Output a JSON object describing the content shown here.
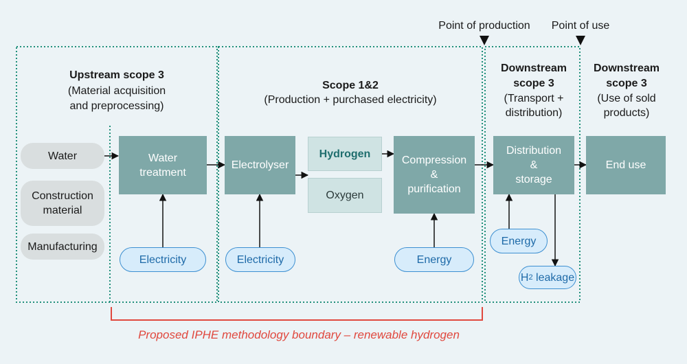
{
  "markers": {
    "production": "Point of production",
    "use": "Point of use"
  },
  "scopes": {
    "upstream": {
      "title": "Upstream scope 3",
      "l1": "(Material acquisition",
      "l2": "and preprocessing)"
    },
    "scope12": {
      "title": "Scope 1&2",
      "sub": "(Production + purchased electricity)"
    },
    "down1": {
      "t1": "Downstream",
      "t2": "scope 3",
      "l1": "(Transport +",
      "l2": "distribution)"
    },
    "down2": {
      "t1": "Downstream",
      "t2": "scope 3",
      "l1": "(Use of sold",
      "l2": "products)"
    }
  },
  "inputs": {
    "water": "Water",
    "construction_l1": "Construction",
    "construction_l2": "material",
    "manufacturing": "Manufacturing"
  },
  "process": {
    "water_treatment_l1": "Water",
    "water_treatment_l2": "treatment",
    "electrolyser": "Electrolyser",
    "hydrogen": "Hydrogen",
    "oxygen": "Oxygen",
    "compression_l1": "Compression",
    "compression_l2": "&",
    "compression_l3": "purification",
    "distribution_l1": "Distribution",
    "distribution_l2": "&",
    "distribution_l3": "storage",
    "end_use": "End use"
  },
  "energy_inputs": {
    "electricity_1": "Electricity",
    "electricity_2": "Electricity",
    "energy_1": "Energy",
    "energy_2": "Energy",
    "leakage_h": "H",
    "leakage_sub": "2",
    "leakage_rest": " leakage"
  },
  "boundary_label": "Proposed IPHE methodology boundary – renewable hydrogen",
  "colors": {
    "boundary_dotted": "#1f8f7a",
    "bracket": "#e0483e",
    "process": "#7fa8a8",
    "pill_border": "#3c8fd1"
  }
}
